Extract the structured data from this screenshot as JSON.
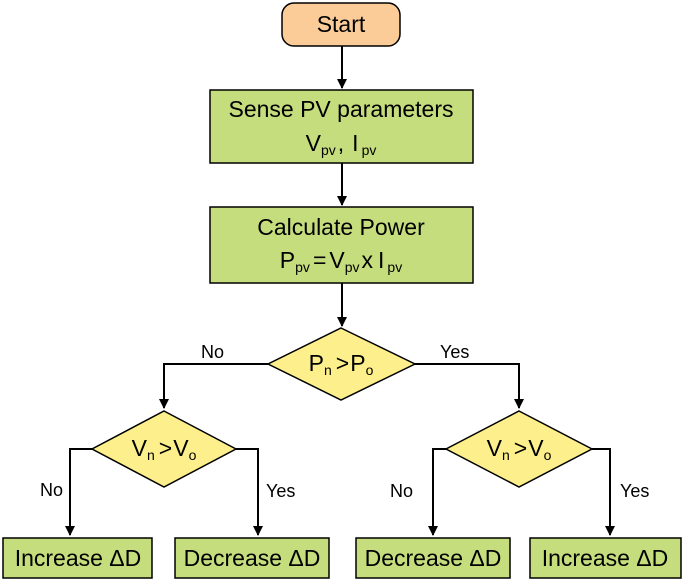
{
  "colors": {
    "start_fill": "#fbcb98",
    "process_fill": "#c5dd7c",
    "decision_fill": "#fdf08c",
    "stroke": "#000000"
  },
  "nodes": {
    "start": {
      "label": "Start"
    },
    "sense": {
      "line1": "Sense PV parameters",
      "v": "V",
      "v_sub": "pv",
      "sep": ",",
      "i": "I",
      "i_sub": "pv"
    },
    "calc": {
      "line1": "Calculate Power",
      "p": "P",
      "p_sub": "pv",
      "eq": "=",
      "v": "V",
      "v_sub": "pv",
      "x": "x",
      "i": "I",
      "i_sub": "pv"
    },
    "decision_power": {
      "a": "P",
      "a_sub": "n",
      "op": ">",
      "b": "P",
      "b_sub": "o"
    },
    "decision_left": {
      "a": "V",
      "a_sub": "n",
      "op": ">",
      "b": "V",
      "b_sub": "o"
    },
    "decision_right": {
      "a": "V",
      "a_sub": "n",
      "op": ">",
      "b": "V",
      "b_sub": "o"
    },
    "out1": {
      "label": "Increase ΔD"
    },
    "out2": {
      "label": "Decrease ΔD"
    },
    "out3": {
      "label": "Decrease ΔD"
    },
    "out4": {
      "label": "Increase ΔD"
    }
  },
  "edges": {
    "power_no": "No",
    "power_yes": "Yes",
    "left_no": "No",
    "left_yes": "Yes",
    "right_no": "No",
    "right_yes": "Yes"
  }
}
